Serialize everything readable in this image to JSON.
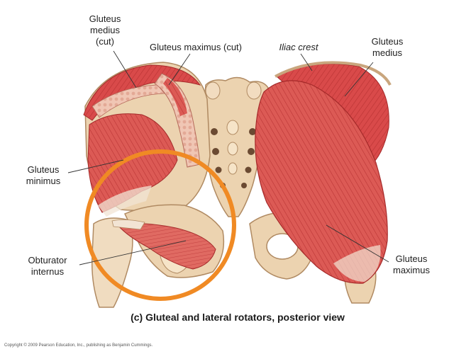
{
  "labels": {
    "gluteus_medius_cut": "Gluteus\nmedius\n(cut)",
    "gluteus_maximus_cut": "Gluteus maximus (cut)",
    "iliac_crest": "Iliac crest",
    "gluteus_medius_right": "Gluteus\nmedius",
    "gluteus_minimus": "Gluteus\nminimus",
    "obturator_internus": "Obturator\ninternus",
    "gluteus_maximus_right": "Gluteus\nmaximus"
  },
  "caption": "(c) Gluteal and lateral rotators, posterior view",
  "copyright": "Copyright © 2009 Pearson Education, Inc., publishing as Benjamin Cummings.",
  "colors": {
    "muscle": "#d94a4a",
    "muscle_light": "#e98a84",
    "bone": "#ecd3b0",
    "bone_shadow": "#c9a67e",
    "highlight_circle": "#f08a24",
    "leader_line": "#333333"
  }
}
